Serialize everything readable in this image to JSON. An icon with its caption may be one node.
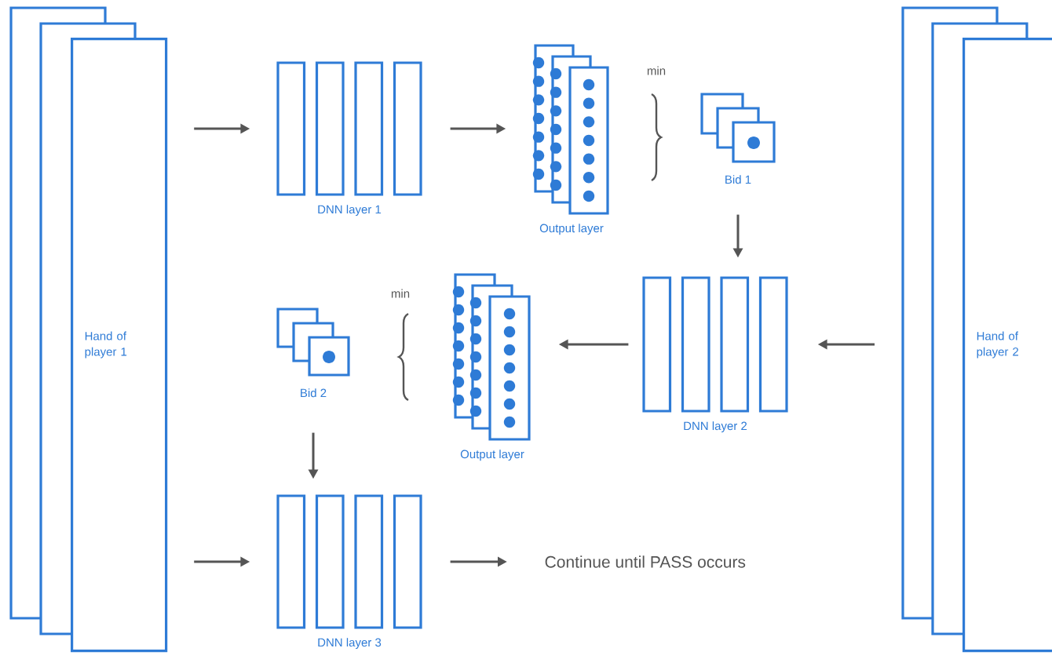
{
  "diagram": {
    "nodes": [
      {
        "text": [
          "Hand of player 1"
        ]
      },
      {
        "text": [
          "DNN layer 1"
        ]
      },
      {
        "text": [
          "Output layer"
        ]
      },
      {
        "text": [
          "Bid 1"
        ]
      },
      {
        "text": [
          "Hand of player 2"
        ]
      },
      {
        "text": [
          "DNN layer 2"
        ]
      },
      {
        "text": [
          "Output layer"
        ]
      },
      {
        "text": [
          "Bid 2"
        ]
      },
      {
        "text": [
          "DNN layer 3"
        ]
      },
      {
        "text": [
          "Continue until PASS occurs"
        ]
      }
    ],
    "edges": [
      {
        "from": 0,
        "to": 1,
        "arrow": "to"
      },
      {
        "from": 1,
        "to": 2,
        "arrow": "to"
      },
      {
        "from": 3,
        "to": 5,
        "arrow": "to"
      },
      {
        "from": 4,
        "to": 5,
        "arrow": "to"
      },
      {
        "from": 5,
        "to": 6,
        "arrow": "to"
      },
      {
        "from": 7,
        "to": 8,
        "arrow": "to"
      },
      {
        "from": 0,
        "to": 8,
        "arrow": "to"
      },
      {
        "from": 8,
        "to": 9,
        "arrow": "to"
      }
    ],
    "labels": [
      "min",
      "min"
    ]
  }
}
